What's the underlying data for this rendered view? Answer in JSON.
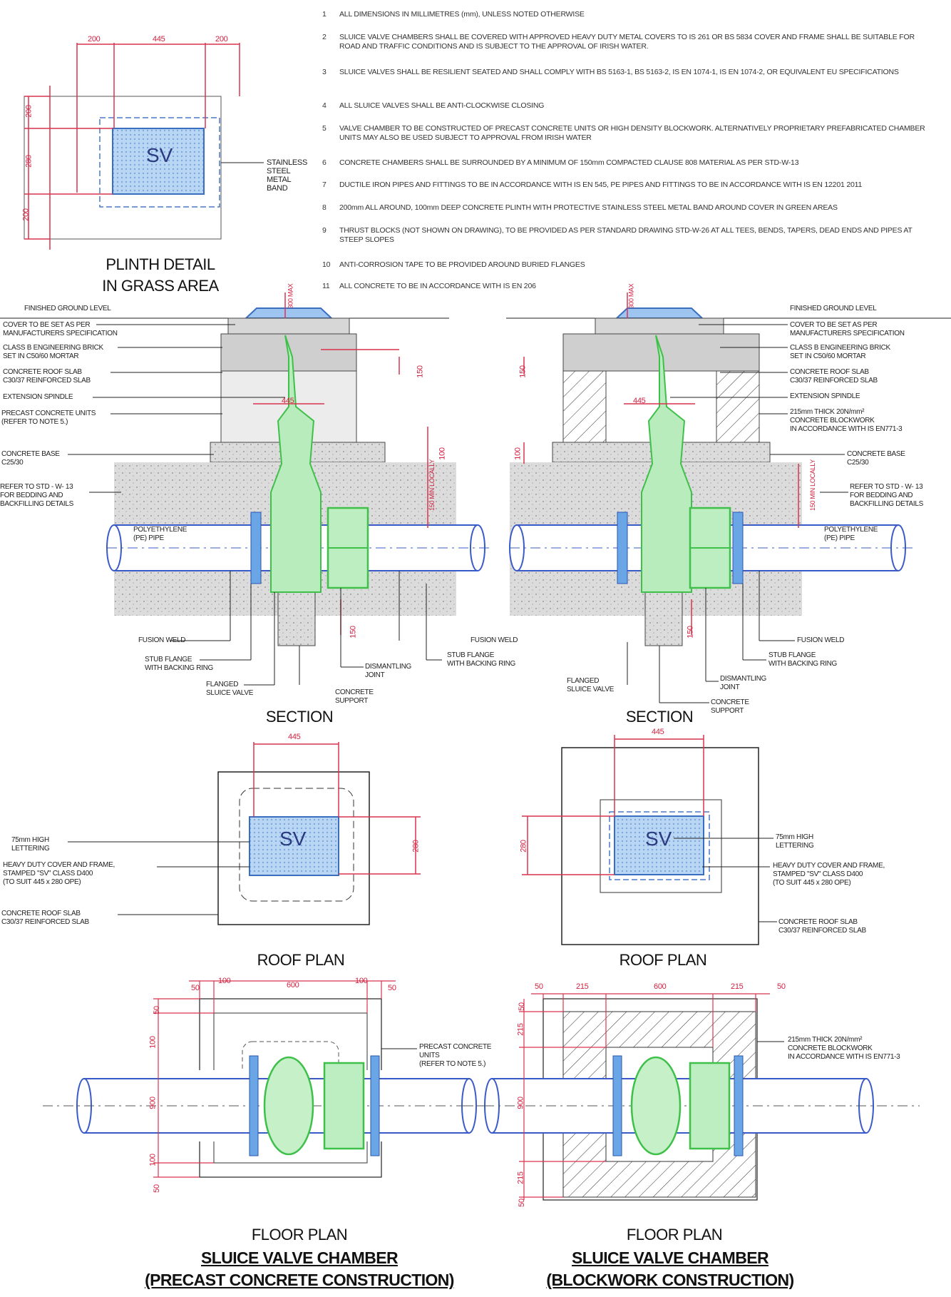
{
  "notes": [
    {
      "n": "1",
      "t": "ALL DIMENSIONS IN MILLIMETRES (mm), UNLESS NOTED OTHERWISE"
    },
    {
      "n": "2",
      "t": "SLUICE VALVE CHAMBERS SHALL BE COVERED WITH APPROVED HEAVY DUTY METAL COVERS TO IS 261 OR BS 5834 COVER AND FRAME SHALL BE SUITABLE FOR ROAD AND TRAFFIC CONDITIONS AND IS SUBJECT TO THE APPROVAL OF IRISH WATER."
    },
    {
      "n": "3",
      "t": "SLUICE VALVES SHALL BE RESILIENT SEATED AND SHALL COMPLY WITH BS 5163-1, BS 5163-2, IS EN 1074-1, IS EN 1074-2, OR EQUIVALENT EU SPECIFICATIONS"
    },
    {
      "n": "4",
      "t": "ALL SLUICE VALVES SHALL BE ANTI-CLOCKWISE CLOSING"
    },
    {
      "n": "5",
      "t": "VALVE CHAMBER TO BE CONSTRUCTED OF PRECAST CONCRETE UNITS OR HIGH DENSITY BLOCKWORK. ALTERNATIVELY PROPRIETARY PREFABRICATED CHAMBER UNITS MAY ALSO BE USED SUBJECT TO APPROVAL FROM IRISH WATER"
    },
    {
      "n": "6",
      "t": "CONCRETE CHAMBERS SHALL BE SURROUNDED BY A MINIMUM OF 150mm COMPACTED CLAUSE 808 MATERIAL AS PER STD-W-13"
    },
    {
      "n": "7",
      "t": "DUCTILE IRON PIPES AND FITTINGS TO BE IN ACCORDANCE WITH IS EN 545, PE PIPES AND FITTINGS TO BE IN ACCORDANCE WITH IS EN 12201 2011"
    },
    {
      "n": "8",
      "t": "200mm ALL AROUND, 100mm DEEP CONCRETE PLINTH WITH PROTECTIVE STAINLESS STEEL METAL BAND AROUND COVER IN GREEN AREAS"
    },
    {
      "n": "9",
      "t": "THRUST BLOCKS (NOT SHOWN ON DRAWING), TO BE PROVIDED AS PER STANDARD DRAWING STD-W-26 AT ALL TEES, BENDS, TAPERS, DEAD ENDS AND PIPES AT STEEP SLOPES"
    },
    {
      "n": "10",
      "t": "ANTI-CORROSION TAPE TO BE PROVIDED AROUND BURIED FLANGES"
    },
    {
      "n": "11",
      "t": "ALL CONCRETE TO BE IN ACCORDANCE WITH IS EN 206"
    }
  ],
  "plinth": {
    "title1": "PLINTH DETAIL",
    "title2": "IN GRASS AREA",
    "band_label": "STAINLESS\nSTEEL\nMETAL\nBAND",
    "sv": "SV",
    "dims": {
      "left": "200",
      "mid": "445",
      "right": "200",
      "v1": "200",
      "v2": "280",
      "v3": "200"
    }
  },
  "section_left": {
    "title": "SECTION",
    "labels": {
      "fgl": "FINISHED GROUND LEVEL",
      "cover": "COVER TO BE SET AS PER\nMANUFACTURERS SPECIFICATION",
      "brick": "CLASS B ENGINEERING BRICK\nSET IN C50/60 MORTAR",
      "roof": "CONCRETE ROOF SLAB\nC30/37 REINFORCED SLAB",
      "spindle": "EXTENSION SPINDLE",
      "precast": "PRECAST CONCRETE UNITS\n(REFER TO NOTE 5.)",
      "base": "CONCRETE BASE\nC25/30",
      "refer": "REFER TO STD - W- 13\nFOR BEDDING AND\nBACKFILLING DETAILS",
      "pipe": "POLYETHYLENE\n(PE) PIPE",
      "fusion": "FUSION WELD",
      "stub": "STUB FLANGE\nWITH BACKING RING",
      "flanged": "FLANGED\nSLUICE VALVE",
      "dismantling": "DISMANTLING\nJOINT",
      "support": "CONCRETE\nSUPPORT",
      "fusion2": "FUSION WELD",
      "stub2": "STUB FLANGE\nWITH BACKING RING"
    },
    "dims": {
      "max": "300\nMAX",
      "d150": "150",
      "d445": "445",
      "d100": "100",
      "d150min": "150\nMIN\nLOCALLY",
      "d150b": "150"
    }
  },
  "section_right": {
    "title": "SECTION",
    "labels": {
      "fgl": "FINISHED GROUND LEVEL",
      "cover": "COVER TO BE SET AS PER\nMANUFACTURERS SPECIFICATION",
      "brick": "CLASS B ENGINEERING BRICK\nSET IN C50/60 MORTAR",
      "roof": "CONCRETE ROOF SLAB\nC30/37 REINFORCED SLAB",
      "spindle": "EXTENSION SPINDLE",
      "block": "215mm THICK 20N/mm²\nCONCRETE BLOCKWORK\nIN ACCORDANCE WITH IS EN771-3",
      "base": "CONCRETE BASE\nC25/30",
      "refer": "REFER TO STD - W- 13\nFOR BEDDING AND\nBACKFILLING DETAILS",
      "pipe": "POLYETHYLENE\n(PE) PIPE",
      "fusion": "FUSION WELD",
      "stub": "STUB FLANGE\nWITH BACKING RING",
      "dismantling": "DISMANTLING\nJOINT",
      "flanged": "FLANGED\nSLUICE VALVE",
      "support": "CONCRETE\nSUPPORT"
    },
    "dims": {
      "max": "300\nMAX",
      "d150": "150",
      "d445": "445",
      "d100": "100",
      "d150min": "150\nMIN\nLOCALLY",
      "d150b": "150"
    }
  },
  "roof_left": {
    "title": "ROOF PLAN",
    "sv": "SV",
    "labels": {
      "lettering": "75mm HIGH\nLETTERING",
      "cover": "HEAVY DUTY COVER AND FRAME,\nSTAMPED \"SV\" CLASS D400\n(TO SUIT 445 x 280 OPE)",
      "slab": "CONCRETE ROOF SLAB\nC30/37 REINFORCED SLAB"
    },
    "dims": {
      "w": "445",
      "h": "280"
    }
  },
  "roof_right": {
    "title": "ROOF PLAN",
    "sv": "SV",
    "labels": {
      "lettering": "75mm HIGH\nLETTERING",
      "cover": "HEAVY DUTY COVER AND FRAME,\nSTAMPED \"SV\" CLASS D400\n(TO SUIT 445 x 280 OPE)",
      "slab": "CONCRETE ROOF SLAB\nC30/37 REINFORCED SLAB"
    },
    "dims": {
      "w": "445",
      "h": "280"
    }
  },
  "floor_left": {
    "title": "FLOOR PLAN",
    "sub1": "SLUICE VALVE CHAMBER",
    "sub2": "(PRECAST CONCRETE CONSTRUCTION)",
    "labels": {
      "precast": "PRECAST CONCRETE\nUNITS\n(REFER TO NOTE 5.)"
    },
    "dims": {
      "a": "50",
      "b": "100",
      "c": "600",
      "d": "100",
      "e": "50",
      "v1": "50",
      "v2": "100",
      "v3": "900",
      "v4": "100",
      "v5": "50"
    }
  },
  "floor_right": {
    "title": "FLOOR PLAN",
    "sub1": "SLUICE VALVE CHAMBER",
    "sub2": "(BLOCKWORK CONSTRUCTION)",
    "labels": {
      "block": "215mm THICK 20N/mm²\nCONCRETE BLOCKWORK\nIN ACCORDANCE WITH IS EN771-3"
    },
    "dims": {
      "a": "50",
      "b": "215",
      "c": "600",
      "d": "215",
      "e": "50",
      "v1": "50",
      "v2": "215",
      "v3": "900",
      "v4": "215",
      "v5": "50"
    }
  },
  "colors": {
    "pipe": "#3a5bc7",
    "dim": "#d8344f",
    "valve": "#3fc04a",
    "cover": "#6aa6e6",
    "concrete": "#c9c9c9",
    "line": "#222222"
  }
}
